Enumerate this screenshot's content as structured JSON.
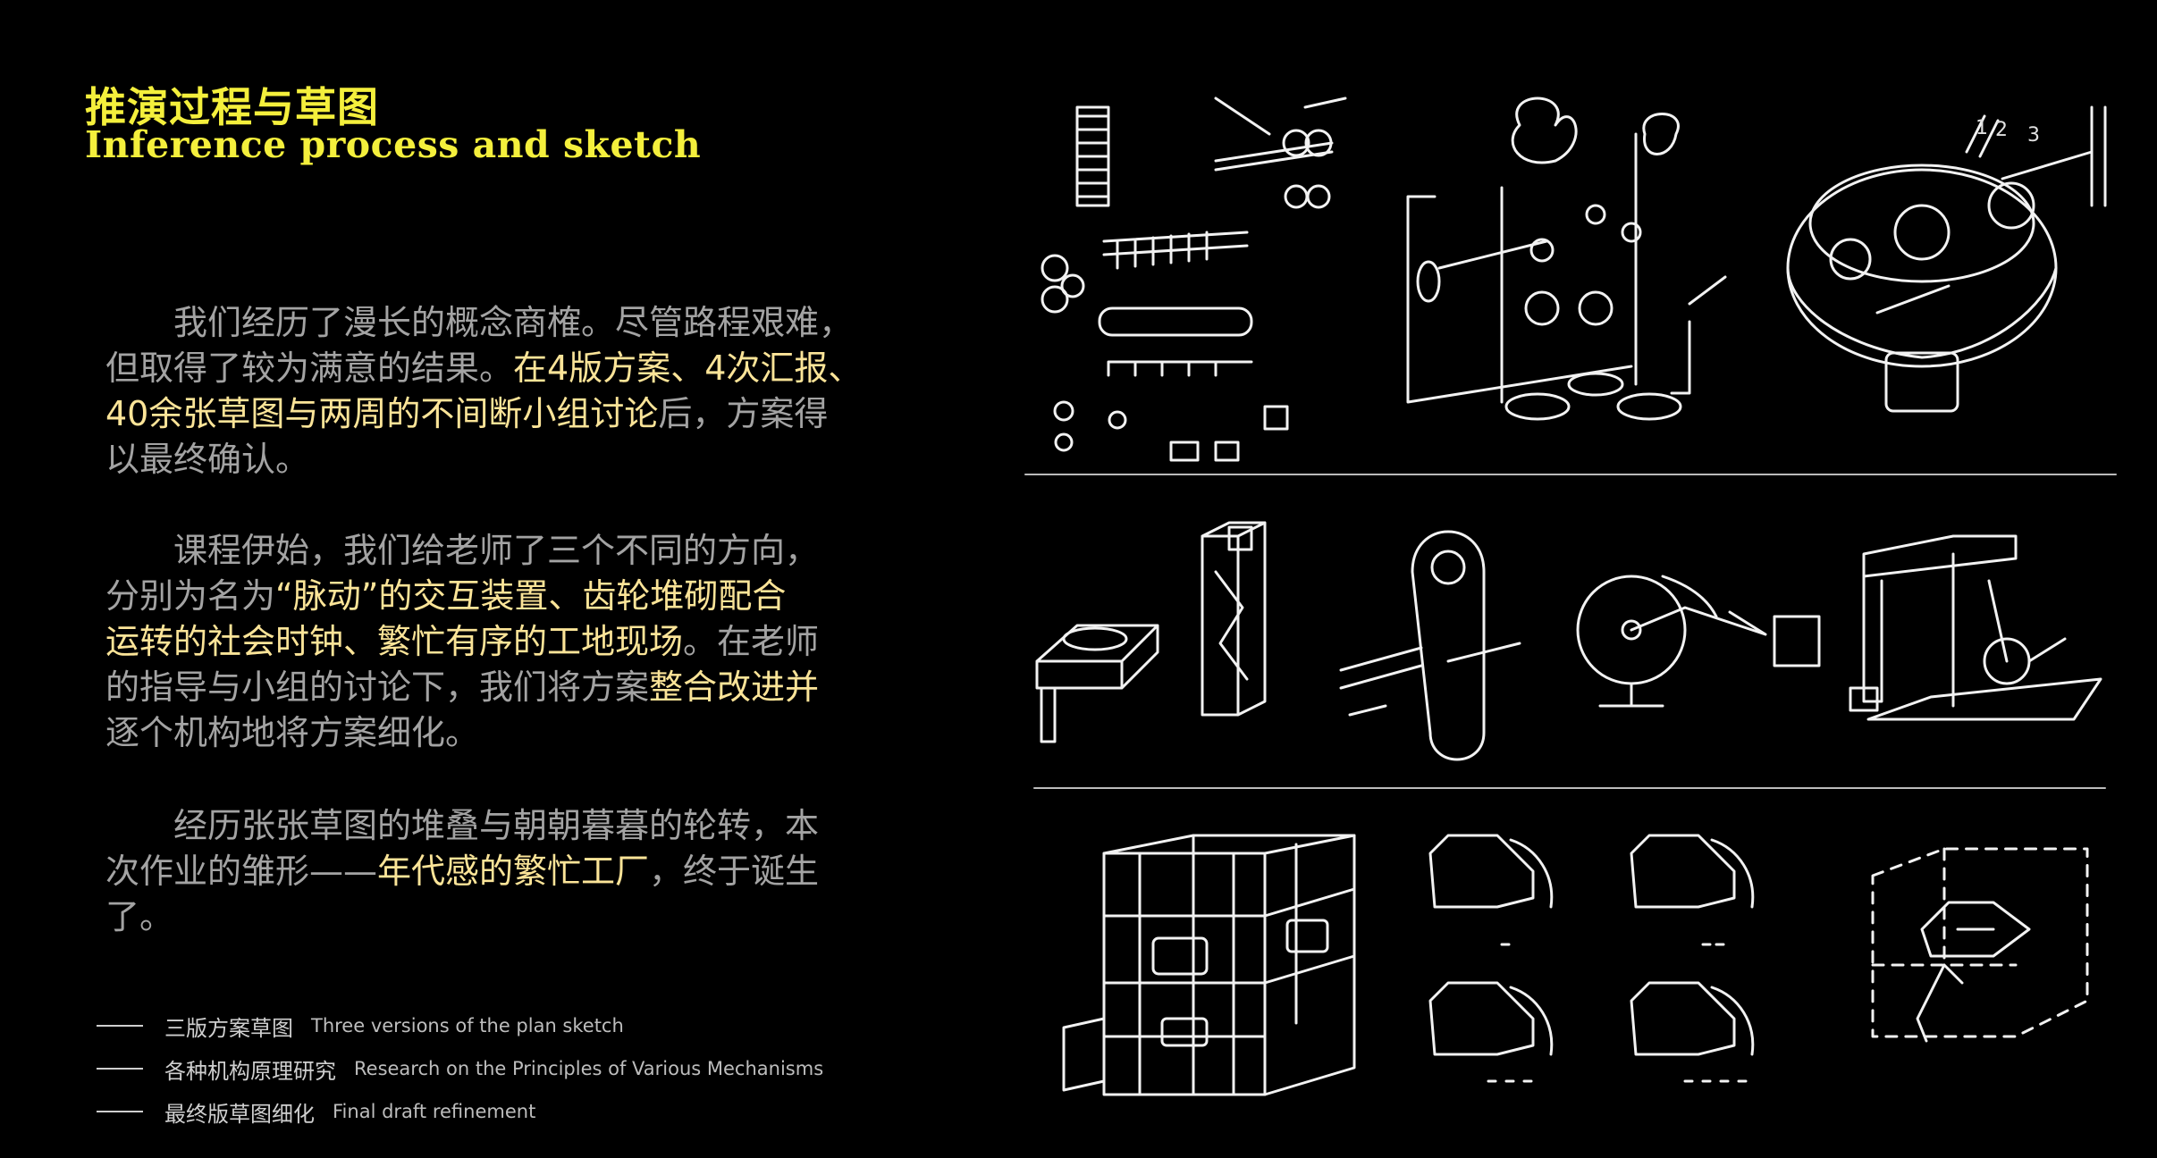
{
  "header": {
    "title_cn": "推演过程与草图",
    "title_en": "Inference process and sketch"
  },
  "paragraphs": [
    {
      "lines": [
        [
          {
            "t": "　　我们经历了漫长的概念商榷。尽管路程艰难，",
            "hl": false
          }
        ],
        [
          {
            "t": "但取得了较为满意的结果。",
            "hl": false
          },
          {
            "t": "在4版方案、4次汇报、",
            "hl": true
          }
        ],
        [
          {
            "t": "40余张草图与两周的不间断小组讨论",
            "hl": true
          },
          {
            "t": "后，方案得",
            "hl": false
          }
        ],
        [
          {
            "t": "以最终确认。",
            "hl": false
          }
        ]
      ]
    },
    {
      "lines": [
        [
          {
            "t": "　　课程伊始，我们给老师了三个不同的方向，",
            "hl": false
          }
        ],
        [
          {
            "t": "分别为名为",
            "hl": false
          },
          {
            "t": "“脉动”的交互装置、齿轮堆砌配合",
            "hl": true
          }
        ],
        [
          {
            "t": "运转的社会时钟、繁忙有序的工地现场",
            "hl": true
          },
          {
            "t": "。在老师",
            "hl": false
          }
        ],
        [
          {
            "t": "的指导与小组的讨论下，我们将方案",
            "hl": false
          },
          {
            "t": "整合改进并",
            "hl": true
          }
        ],
        [
          {
            "t": "逐个机构地将方案细化。",
            "hl": false
          }
        ]
      ]
    },
    {
      "lines": [
        [
          {
            "t": "　　经历张张草图的堆叠与朝朝暮暮的轮转，本",
            "hl": false
          }
        ],
        [
          {
            "t": "次作业的雏形——",
            "hl": false
          },
          {
            "t": "年代感的繁忙工厂",
            "hl": true
          },
          {
            "t": "，终于诞生",
            "hl": false
          }
        ],
        [
          {
            "t": "了。",
            "hl": false
          }
        ]
      ]
    }
  ],
  "legend": [
    {
      "cn": "三版方案草图",
      "en": "Three versions of the plan sketch"
    },
    {
      "cn": "各种机构原理研究",
      "en": "Research on the Principles of Various Mechanisms"
    },
    {
      "cn": "最终版草图细化",
      "en": "Final draft refinement"
    }
  ],
  "sketch_labels": {
    "n1": "1",
    "n2": "2",
    "n3": "3"
  },
  "colors": {
    "title": "#f4ef3c",
    "highlight": "#fbe498",
    "body": "#a3a3a3",
    "background": "#000000"
  }
}
